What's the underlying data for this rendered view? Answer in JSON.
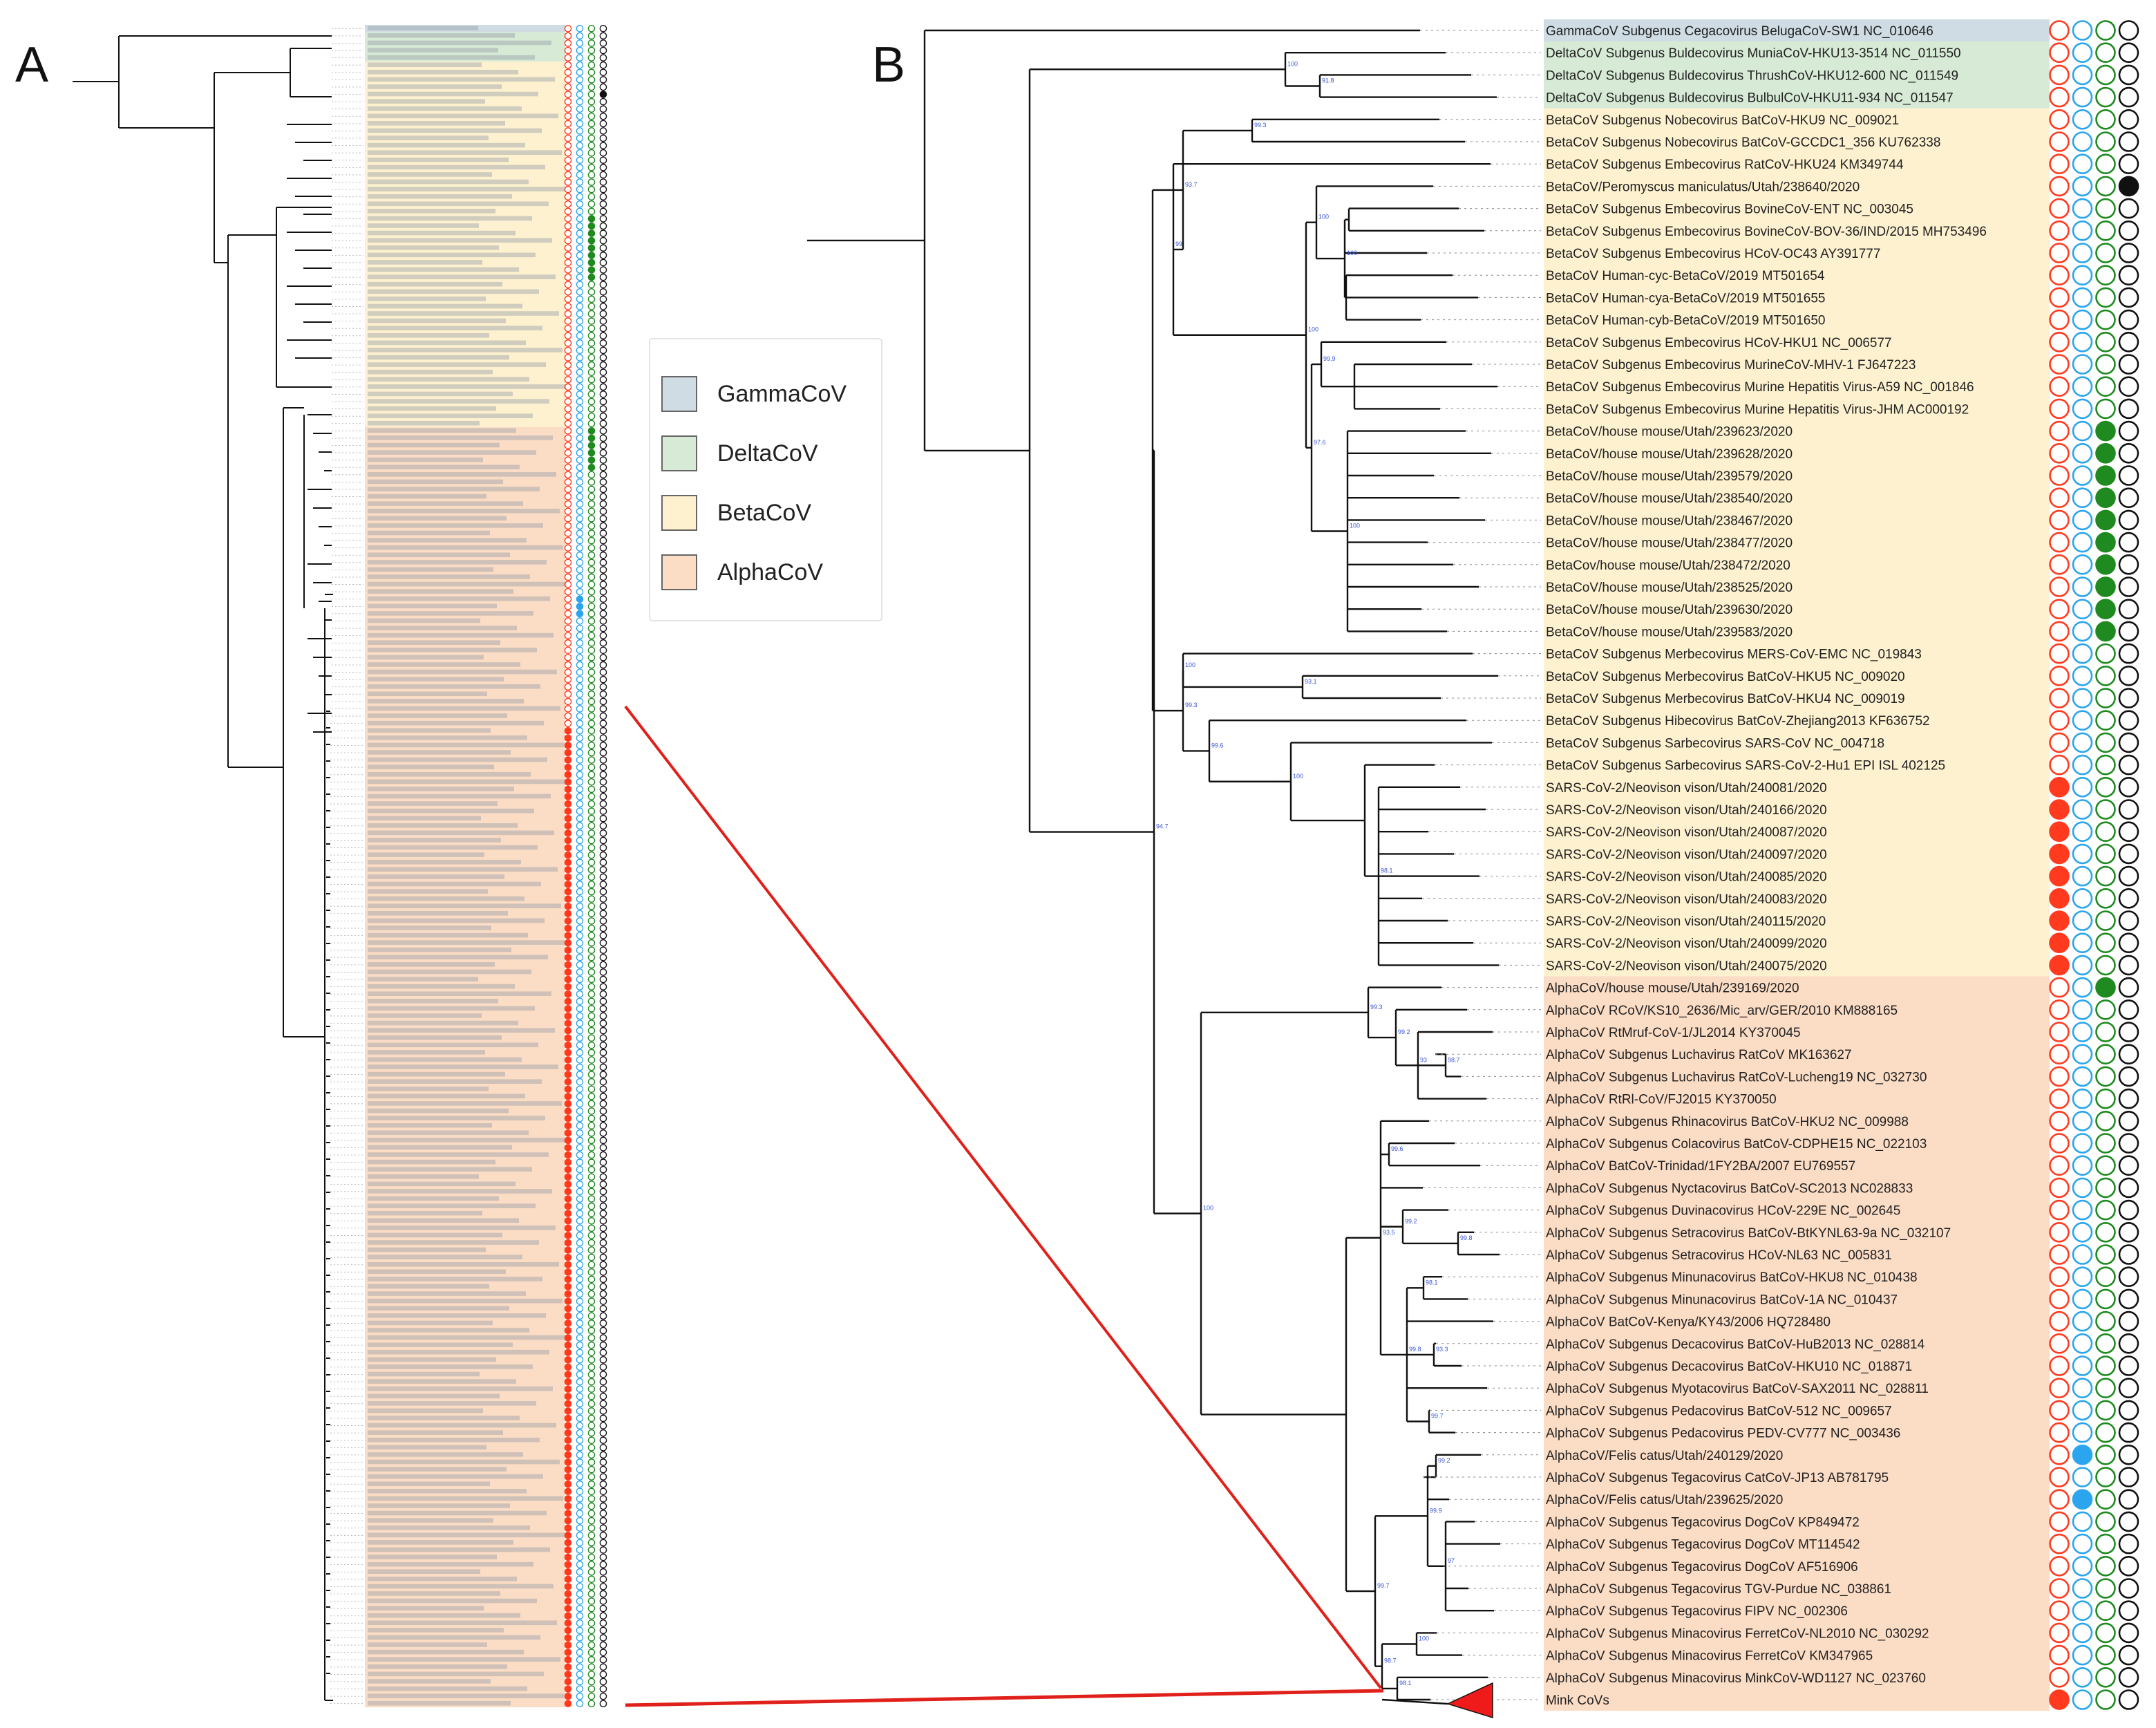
{
  "panels": {
    "a_letter": "A",
    "b_letter": "B"
  },
  "legend": [
    {
      "label": "GammaCoV",
      "color": "#cfdce3"
    },
    {
      "label": "DeltaCoV",
      "color": "#d6ead6"
    },
    {
      "label": "BetaCoV",
      "color": "#fdf1cf"
    },
    {
      "label": "AlphaCoV",
      "color": "#fbdcc5"
    }
  ],
  "colors": {
    "circle_red": "#ff3a1f",
    "circle_blue": "#2aa5ee",
    "circle_green": "#1f8a1f",
    "circle_black": "#111111",
    "highlight_line": "#e0201a"
  },
  "tree_b": {
    "leaves": [
      {
        "label": "GammaCoV Subgenus Cegacovirus BelugaCoV-SW1 NC_010646",
        "group": "GammaCoV",
        "filled": ""
      },
      {
        "label": "DeltaCoV Subgenus Buldecovirus MuniaCoV-HKU13-3514 NC_011550",
        "group": "DeltaCoV",
        "filled": ""
      },
      {
        "label": "DeltaCoV Subgenus Buldecovirus ThrushCoV-HKU12-600 NC_011549",
        "group": "DeltaCoV",
        "filled": ""
      },
      {
        "label": "DeltaCoV Subgenus Buldecovirus BulbulCoV-HKU11-934 NC_011547",
        "group": "DeltaCoV",
        "filled": ""
      },
      {
        "label": "BetaCoV Subgenus Nobecovirus BatCoV-HKU9 NC_009021",
        "group": "BetaCoV",
        "filled": ""
      },
      {
        "label": "BetaCoV Subgenus Nobecovirus BatCoV-GCCDC1_356 KU762338",
        "group": "BetaCoV",
        "filled": ""
      },
      {
        "label": "BetaCoV Subgenus Embecovirus RatCoV-HKU24 KM349744",
        "group": "BetaCoV",
        "filled": ""
      },
      {
        "label": "BetaCoV/Peromyscus maniculatus/Utah/238640/2020",
        "group": "BetaCoV",
        "filled": "black"
      },
      {
        "label": "BetaCoV Subgenus Embecovirus BovineCoV-ENT NC_003045",
        "group": "BetaCoV",
        "filled": ""
      },
      {
        "label": "BetaCoV Subgenus Embecovirus BovineCoV-BOV-36/IND/2015 MH753496",
        "group": "BetaCoV",
        "filled": ""
      },
      {
        "label": "BetaCoV Subgenus Embecovirus HCoV-OC43 AY391777",
        "group": "BetaCoV",
        "filled": ""
      },
      {
        "label": "BetaCoV Human-cyc-BetaCoV/2019 MT501654",
        "group": "BetaCoV",
        "filled": ""
      },
      {
        "label": "BetaCoV Human-cya-BetaCoV/2019 MT501655",
        "group": "BetaCoV",
        "filled": ""
      },
      {
        "label": "BetaCoV Human-cyb-BetaCoV/2019 MT501650",
        "group": "BetaCoV",
        "filled": ""
      },
      {
        "label": "BetaCoV Subgenus Embecovirus HCoV-HKU1 NC_006577",
        "group": "BetaCoV",
        "filled": ""
      },
      {
        "label": "BetaCoV Subgenus Embecovirus MurineCoV-MHV-1 FJ647223",
        "group": "BetaCoV",
        "filled": ""
      },
      {
        "label": "BetaCoV Subgenus Embecovirus Murine Hepatitis Virus-A59 NC_001846",
        "group": "BetaCoV",
        "filled": ""
      },
      {
        "label": "BetaCoV Subgenus Embecovirus Murine Hepatitis Virus-JHM AC000192",
        "group": "BetaCoV",
        "filled": ""
      },
      {
        "label": "BetaCoV/house mouse/Utah/239623/2020",
        "group": "BetaCoV",
        "filled": "green"
      },
      {
        "label": "BetaCoV/house mouse/Utah/239628/2020",
        "group": "BetaCoV",
        "filled": "green"
      },
      {
        "label": "BetaCoV/house mouse/Utah/239579/2020",
        "group": "BetaCoV",
        "filled": "green"
      },
      {
        "label": "BetaCoV/house mouse/Utah/238540/2020",
        "group": "BetaCoV",
        "filled": "green"
      },
      {
        "label": "BetaCoV/house mouse/Utah/238467/2020",
        "group": "BetaCoV",
        "filled": "green"
      },
      {
        "label": "BetaCoV/house mouse/Utah/238477/2020",
        "group": "BetaCoV",
        "filled": "green"
      },
      {
        "label": "BetaCov/house mouse/Utah/238472/2020",
        "group": "BetaCoV",
        "filled": "green"
      },
      {
        "label": "BetaCoV/house mouse/Utah/238525/2020",
        "group": "BetaCoV",
        "filled": "green"
      },
      {
        "label": "BetaCoV/house mouse/Utah/239630/2020",
        "group": "BetaCoV",
        "filled": "green"
      },
      {
        "label": "BetaCoV/house mouse/Utah/239583/2020",
        "group": "BetaCoV",
        "filled": "green"
      },
      {
        "label": "BetaCoV Subgenus Merbecovirus MERS-CoV-EMC NC_019843",
        "group": "BetaCoV",
        "filled": ""
      },
      {
        "label": "BetaCoV Subgenus Merbecovirus BatCoV-HKU5 NC_009020",
        "group": "BetaCoV",
        "filled": ""
      },
      {
        "label": "BetaCoV Subgenus Merbecovirus BatCoV-HKU4 NC_009019",
        "group": "BetaCoV",
        "filled": ""
      },
      {
        "label": "BetaCoV Subgenus Hibecovirus BatCoV-Zhejiang2013 KF636752",
        "group": "BetaCoV",
        "filled": ""
      },
      {
        "label": "BetaCoV Subgenus Sarbecovirus SARS-CoV NC_004718",
        "group": "BetaCoV",
        "filled": ""
      },
      {
        "label": "BetaCoV Subgenus Sarbecovirus SARS-CoV-2-Hu1 EPI ISL 402125",
        "group": "BetaCoV",
        "filled": ""
      },
      {
        "label": "SARS-CoV-2/Neovison vison/Utah/240081/2020",
        "group": "BetaCoV",
        "filled": "red"
      },
      {
        "label": "SARS-CoV-2/Neovison vison/Utah/240166/2020",
        "group": "BetaCoV",
        "filled": "red"
      },
      {
        "label": "SARS-CoV-2/Neovison vison/Utah/240087/2020",
        "group": "BetaCoV",
        "filled": "red"
      },
      {
        "label": "SARS-CoV-2/Neovison vison/Utah/240097/2020",
        "group": "BetaCoV",
        "filled": "red"
      },
      {
        "label": "SARS-CoV-2/Neovison vison/Utah/240085/2020",
        "group": "BetaCoV",
        "filled": "red"
      },
      {
        "label": "SARS-CoV-2/Neovison vison/Utah/240083/2020",
        "group": "BetaCoV",
        "filled": "red"
      },
      {
        "label": "SARS-CoV-2/Neovison vison/Utah/240115/2020",
        "group": "BetaCoV",
        "filled": "red"
      },
      {
        "label": "SARS-CoV-2/Neovison vison/Utah/240099/2020",
        "group": "BetaCoV",
        "filled": "red"
      },
      {
        "label": "SARS-CoV-2/Neovison vison/Utah/240075/2020",
        "group": "BetaCoV",
        "filled": "red"
      },
      {
        "label": "AlphaCoV/house mouse/Utah/239169/2020",
        "group": "AlphaCoV",
        "filled": "green"
      },
      {
        "label": "AlphaCoV RCoV/KS10_2636/Mic_arv/GER/2010 KM888165",
        "group": "AlphaCoV",
        "filled": ""
      },
      {
        "label": "AlphaCoV RtMruf-CoV-1/JL2014 KY370045",
        "group": "AlphaCoV",
        "filled": ""
      },
      {
        "label": "AlphaCoV Subgenus Luchavirus RatCoV MK163627",
        "group": "AlphaCoV",
        "filled": ""
      },
      {
        "label": "AlphaCoV Subgenus Luchavirus RatCoV-Lucheng19 NC_032730",
        "group": "AlphaCoV",
        "filled": ""
      },
      {
        "label": "AlphaCoV RtRl-CoV/FJ2015 KY370050",
        "group": "AlphaCoV",
        "filled": ""
      },
      {
        "label": "AlphaCoV Subgenus Rhinacovirus BatCoV-HKU2 NC_009988",
        "group": "AlphaCoV",
        "filled": ""
      },
      {
        "label": "AlphaCoV Subgenus Colacovirus BatCoV-CDPHE15 NC_022103",
        "group": "AlphaCoV",
        "filled": ""
      },
      {
        "label": "AlphaCoV BatCoV-Trinidad/1FY2BA/2007 EU769557",
        "group": "AlphaCoV",
        "filled": ""
      },
      {
        "label": "AlphaCoV Subgenus Nyctacovirus BatCoV-SC2013 NC028833",
        "group": "AlphaCoV",
        "filled": ""
      },
      {
        "label": "AlphaCoV Subgenus Duvinacovirus HCoV-229E NC_002645",
        "group": "AlphaCoV",
        "filled": ""
      },
      {
        "label": "AlphaCoV Subgenus Setracovirus BatCoV-BtKYNL63-9a NC_032107",
        "group": "AlphaCoV",
        "filled": ""
      },
      {
        "label": "AlphaCoV Subgenus Setracovirus HCoV-NL63 NC_005831",
        "group": "AlphaCoV",
        "filled": ""
      },
      {
        "label": "AlphaCoV Subgenus Minunacovirus BatCoV-HKU8 NC_010438",
        "group": "AlphaCoV",
        "filled": ""
      },
      {
        "label": "AlphaCoV Subgenus Minunacovirus BatCoV-1A NC_010437",
        "group": "AlphaCoV",
        "filled": ""
      },
      {
        "label": "AlphaCoV BatCoV-Kenya/KY43/2006 HQ728480",
        "group": "AlphaCoV",
        "filled": ""
      },
      {
        "label": "AlphaCoV Subgenus Decacovirus BatCoV-HuB2013 NC_028814",
        "group": "AlphaCoV",
        "filled": ""
      },
      {
        "label": "AlphaCoV Subgenus Decacovirus BatCoV-HKU10 NC_018871",
        "group": "AlphaCoV",
        "filled": ""
      },
      {
        "label": "AlphaCoV Subgenus Myotacovirus BatCoV-SAX2011 NC_028811",
        "group": "AlphaCoV",
        "filled": ""
      },
      {
        "label": "AlphaCoV Subgenus Pedacovirus BatCoV-512 NC_009657",
        "group": "AlphaCoV",
        "filled": ""
      },
      {
        "label": "AlphaCoV Subgenus Pedacovirus PEDV-CV777 NC_003436",
        "group": "AlphaCoV",
        "filled": ""
      },
      {
        "label": "AlphaCoV/Felis catus/Utah/240129/2020",
        "group": "AlphaCoV",
        "filled": "blue"
      },
      {
        "label": "AlphaCoV Subgenus Tegacovirus CatCoV-JP13 AB781795",
        "group": "AlphaCoV",
        "filled": ""
      },
      {
        "label": "AlphaCoV/Felis catus/Utah/239625/2020",
        "group": "AlphaCoV",
        "filled": "blue"
      },
      {
        "label": "AlphaCoV Subgenus Tegacovirus DogCoV KP849472",
        "group": "AlphaCoV",
        "filled": ""
      },
      {
        "label": "AlphaCoV Subgenus Tegacovirus DogCoV MT114542",
        "group": "AlphaCoV",
        "filled": ""
      },
      {
        "label": "AlphaCoV Subgenus Tegacovirus DogCoV AF516906",
        "group": "AlphaCoV",
        "filled": ""
      },
      {
        "label": "AlphaCoV Subgenus Tegacovirus TGV-Purdue NC_038861",
        "group": "AlphaCoV",
        "filled": ""
      },
      {
        "label": "AlphaCoV Subgenus Tegacovirus FIPV NC_002306",
        "group": "AlphaCoV",
        "filled": ""
      },
      {
        "label": "AlphaCoV Subgenus Minacovirus FerretCoV-NL2010 NC_030292",
        "group": "AlphaCoV",
        "filled": ""
      },
      {
        "label": "AlphaCoV Subgenus Minacovirus FerretCoV KM347965",
        "group": "AlphaCoV",
        "filled": ""
      },
      {
        "label": "AlphaCoV Subgenus Minacovirus MinkCoV-WD1127 NC_023760",
        "group": "AlphaCoV",
        "filled": ""
      },
      {
        "label": "Mink CoVs",
        "group": "AlphaCoV",
        "filled": "red"
      }
    ]
  }
}
